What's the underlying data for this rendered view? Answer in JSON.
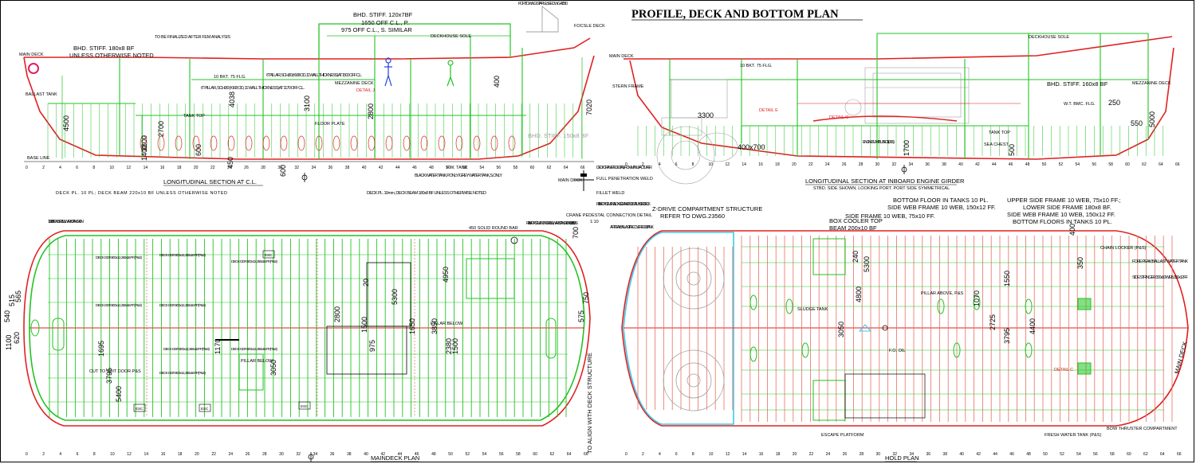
{
  "title": "PROFILE, DECK AND BOTTOM PLAN",
  "views": {
    "lc": "LONGITUDINAL SECTION AT C.L.",
    "le": "LONGITUDINAL SECTION AT INBOARD ENGINE GIRDER",
    "le_sub": "STBD. SIDE SHOWN, LOOKING PORT. PORT SIDE SYMMETRICAL",
    "md": "MAINDECK PLAN",
    "hp": "HOLD PLAN",
    "crane": "CRANE PEDESTAL CONNECTION DETAIL",
    "crane_scale": "1:10"
  },
  "profile_left": {
    "bhd_stiff": "BHD. STIFF. 180x8 BF",
    "unless": "UNLESS OTHERWISE NOTED",
    "bhd_top_1": "BHD. STIFF. 120x7BF",
    "bhd_top_2": "1650 OFF C.L., P.",
    "bhd_top_3": "975 OFF C.L., S. SIMILAR",
    "main_deck": "MAIN DECK",
    "base_line": "BASE LINE",
    "tank_top": "TANK TOP",
    "floor_plate": "FLOOR PLATE",
    "mezz": "MEZZANINE DECK",
    "deckhouse": "DECKHOUSE SOLE",
    "ballast": "BALLAST TANK",
    "pillar_1": "6\" PILLAR, SCH.80 (#168 OD, 11 WALL THICKNESS) AT 1170 OFF C.L.",
    "pillar_2": "6\" PILLAR, SCH.80 (#168 OD, 11 WALL THICKNESS) AT 1500 OFF C.L.",
    "bkt": "10 BKT. 75 FLG.",
    "to_finalize": "TO BE FINALIZED AFTER FEM ANALYSIS",
    "detail_j": "DETAIL J",
    "bhd_stiff_aft": "BHD. STIFF. 150x8 BF",
    "fore": "FOR TOWING STAPLE, SEE DWG. 41550",
    "foot": "FOCSLE DECK",
    "dims": [
      "4500",
      "2800",
      "1400",
      "600",
      "450",
      "600",
      "2700",
      "3100",
      "7020",
      "400",
      "4038",
      "2800"
    ],
    "black_water": "BLACK WATER TANK, P. ONLY / GREY WATER TANK, S. ONLY",
    "void": "F.W. TANK"
  },
  "profile_right": {
    "bhd_stiff": "BHD. STIFF. 160x8 BF",
    "main_deck": "MAIN DECK",
    "stern_frame": "STERN FRAME",
    "mezz": "MEZZANINE DECK",
    "tank_top": "TANK TOP",
    "deckhouse": "DECKHOUSE SOLE",
    "detail_e": "DETAIL E",
    "detail_g": "DETAIL G",
    "engine_sump": "ENGINE SUMP LUBE OIL (P&S)",
    "sea_chest": "SEA CHEST",
    "bkt": "10 BKT. 75 FLG.",
    "wt": "W.T. BMC. FLG.",
    "dims": [
      "3300",
      "400x700",
      "1700",
      "500",
      "250",
      "550",
      "5000"
    ]
  },
  "legend": {
    "crane_ped": "DECK CRANE PEDESTAL, FROM MANUFACTURER",
    "full_pen": "FULL PENETRATION WELD",
    "main_deck": "MAIN DECK",
    "fillet": "FILLET WELD",
    "reinf": "REINFORCEMENT ALONG CRANE PEDESTAL UNDER DECK"
  },
  "maindeck": {
    "deck_pl": "DECK PL. 10 PL; DECK BEAM 220x10 BF UNLESS OTHERWISE NOTED",
    "deck_pl2": "DECK PL. 10mm, DECK BEAM 180x8 BF UNLESS OTHERWISE NOTED",
    "bulwark": "100x8 BF UNDER BULWARK STANCHION",
    "deck_gdr": "DECK GDR 800x12, 250x16 FF (P&S)",
    "pillar_below": "PILLAR BELOW",
    "reinforcement": "REINFORCEMENT UNDER BULWARK STANCHION 100x8 BF, P&S",
    "solid_bar": "450 SOLID ROUND BAR",
    "cut_to_suit": "CUT TO SUIT DOOR P&S",
    "to_align": "TO ALIGN WITH DECK STRUCTURE",
    "dims": [
      "1695",
      "3795",
      "5400",
      "1170",
      "3050",
      "1500",
      "975",
      "2800",
      "20",
      "1650",
      "4950",
      "3850",
      "2380",
      "1500",
      "5300",
      "1100",
      "620",
      "540",
      "515",
      "565",
      "575",
      "700",
      "750"
    ],
    "esc": "ESC"
  },
  "holdplan": {
    "bottom_floor": "BOTTOM FLOOR IN TANKS 10 PL.",
    "side_web": "SIDE WEB FRAME 10 WEB, 150x12 FF.",
    "upper_side": "UPPER SIDE FRAME 10 WEB, 75x10 FF.;",
    "lower_side": "LOWER SIDE FRAME 180x8 BF.",
    "side_web2": "SIDE WEB FRAME 10 WEB, 150x12 FF.",
    "bottom_floors": "BOTTOM FLOORS IN TANKS 10 PL.",
    "side_frame": "SIDE FRAME 10 WEB, 75x10 FF.",
    "zdrive": "Z-DRIVE COMPARTMENT STRUCTURE",
    "refer": "REFER TO DWG.23560",
    "box_cooler": "BOX COOLER TOP",
    "beam": "BEAM 200x10 BF",
    "fuel_oil": "F.O. OIL",
    "sludge": "SLUDGE TANK",
    "pillar": "PILLAR ABOVE, P&S",
    "escape": "ESCAPE PLATFORM",
    "fresh": "FRESH WATER TANK (P&S)",
    "bow": "BOW THRUSTER COMPARTMENT",
    "fore_peak": "FORE PEAK/ BALLAST WATER TANK",
    "side_stringer": "SIDE STRINGER 300x10 WEB, 150x12 FF",
    "chain": "CHAIN LOCKER (P&S)",
    "aft_peak": "AFT PEAK BALLAST/RECOVERED OIL TANK",
    "main_deck": "MAIN DECK",
    "dims": [
      "240",
      "4800",
      "3050",
      "1550",
      "2725",
      "1070",
      "3795",
      "4400",
      "350",
      "400",
      "5300"
    ],
    "detail_c": "DETAIL C"
  },
  "frames": [
    "0",
    "2",
    "4",
    "6",
    "8",
    "10",
    "12",
    "14",
    "16",
    "18",
    "20",
    "22",
    "24",
    "26",
    "28",
    "30",
    "32",
    "34",
    "36",
    "38",
    "40",
    "42",
    "44",
    "46",
    "48",
    "50",
    "52",
    "54",
    "56",
    "58",
    "60",
    "62",
    "64",
    "66"
  ],
  "colors": {
    "green": "#22c322",
    "red": "#e02020",
    "black": "#000000",
    "gray": "#a0a0a0",
    "cyan": "#3cc8ea",
    "blue": "#2040e0"
  }
}
